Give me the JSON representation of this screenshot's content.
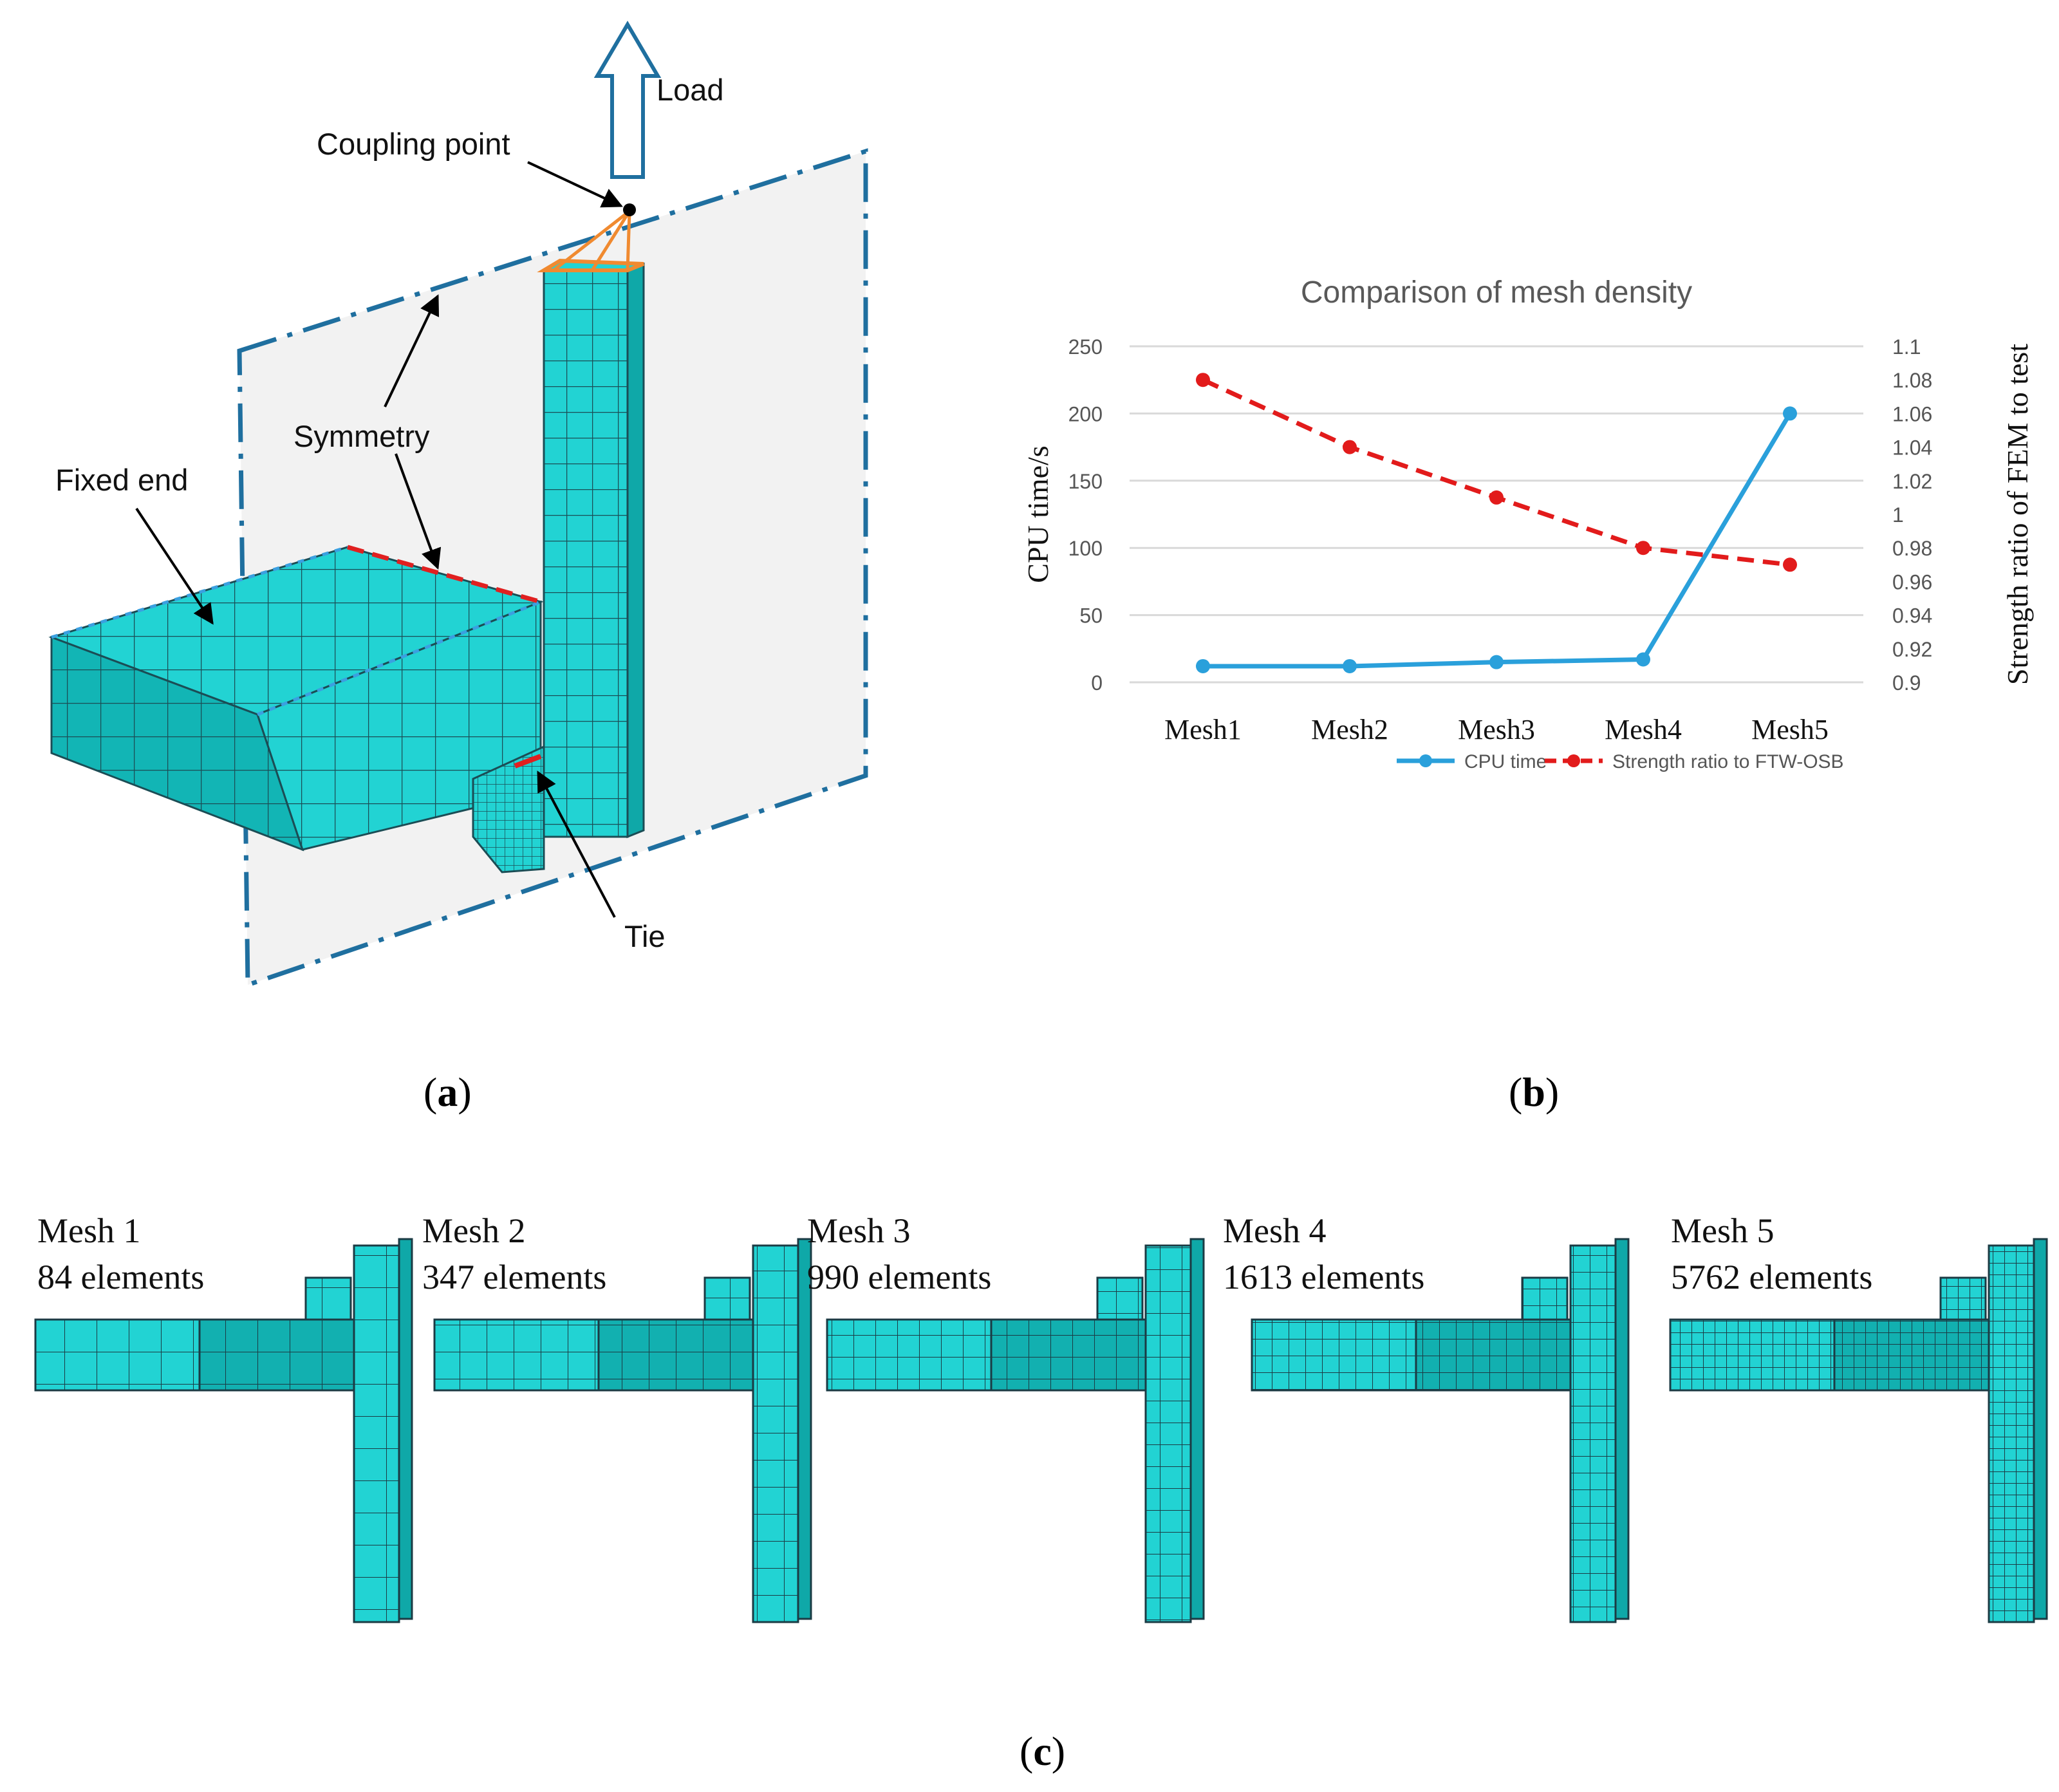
{
  "figure": {
    "panel_labels": {
      "a": "a",
      "b": "b",
      "c": "c"
    },
    "colors": {
      "mesh": "#22d3d3",
      "mesh_dark": "#0fa8a8",
      "frame": "#1f6f9f",
      "plane": "#f2f2f2",
      "tie": "#e02020",
      "coupling": "#f08a30"
    }
  },
  "panel_a": {
    "annotations": {
      "load": "Load",
      "coupling_point": "Coupling point",
      "symmetry": "Symmetry",
      "fixed_end": "Fixed end",
      "tie": "Tie"
    }
  },
  "panel_b": {
    "chart_data": {
      "type": "line",
      "title": "Comparison of mesh density",
      "categories": [
        "Mesh1",
        "Mesh2",
        "Mesh3",
        "Mesh4",
        "Mesh5"
      ],
      "ylabel": "CPU time/s",
      "y2label": "Strength ratio of FEM to test",
      "ylim": [
        0,
        250
      ],
      "yticks": [
        "0",
        "50",
        "100",
        "150",
        "200",
        "250"
      ],
      "y2lim": [
        0.9,
        1.1
      ],
      "y2ticks": [
        "0.9",
        "0.92",
        "0.94",
        "0.96",
        "0.98",
        "1",
        "1.02",
        "1.04",
        "1.06",
        "1.08",
        "1.1"
      ],
      "grid": true,
      "legend_position": "bottom",
      "series": [
        {
          "name": "CPU time",
          "axis": "left",
          "color": "#2aa0db",
          "style": "solid",
          "values": [
            12,
            12,
            15,
            17,
            200
          ]
        },
        {
          "name": "Strength ratio to FTW-OSB",
          "axis": "right",
          "color": "#e21b1b",
          "style": "dashed",
          "values": [
            1.08,
            1.04,
            1.01,
            0.98,
            0.97
          ]
        }
      ]
    }
  },
  "panel_c": {
    "meshes": [
      {
        "name": "Mesh 1",
        "elements": "84 elements"
      },
      {
        "name": "Mesh 2",
        "elements": "347 elements"
      },
      {
        "name": "Mesh 3",
        "elements": "990 elements"
      },
      {
        "name": "Mesh 4",
        "elements": "1613 elements"
      },
      {
        "name": "Mesh 5",
        "elements": "5762 elements"
      }
    ]
  }
}
